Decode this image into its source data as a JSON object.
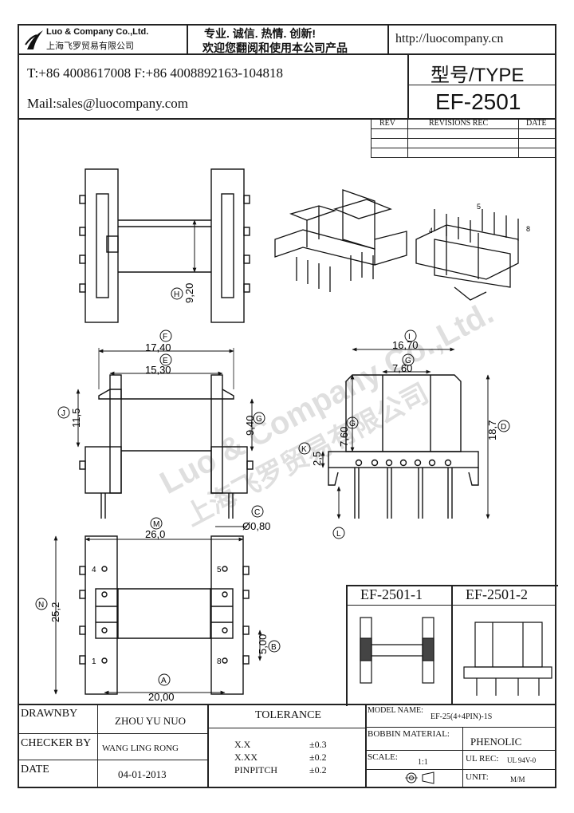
{
  "header": {
    "company_en": "Luo & Company Co.,Ltd.",
    "company_cn": "上海飞罗贸易有限公司",
    "slogan_1": "专业. 诚信.  热情.  创新!",
    "slogan_2": "欢迎您翻阅和使用本公司产品",
    "website": "http://luocompany.cn",
    "phone": "T:+86 4008617008 F:+86 4008892163-104818",
    "email": "Mail:sales@luocompany.com",
    "type_label": "型号/TYPE",
    "model": "EF-2501"
  },
  "revisions": {
    "col_rev": "REV",
    "col_rec": "REVISIONS REC",
    "col_date": "DATE"
  },
  "watermark": {
    "line_1": "Luo & Company Co.,Ltd.",
    "line_2": "上海飞罗贸易有限公司"
  },
  "dimensions": {
    "H": "9,20",
    "F": "17,40",
    "E": "15,30",
    "J": "11,5",
    "G": "9,40",
    "C": "Ø0,80",
    "I": "16,70",
    "G2": "7,60",
    "G3": "7,60",
    "D": "18,7",
    "K": "2,5",
    "M": "26,0",
    "N": "25,2",
    "B": "5,00",
    "A": "20,00"
  },
  "letters": {
    "H": "H",
    "F": "F",
    "E": "E",
    "J": "J",
    "G": "G",
    "C": "C",
    "I": "I",
    "D": "D",
    "K": "K",
    "L": "L",
    "M": "M",
    "N": "N",
    "B": "B",
    "A": "A"
  },
  "pins": {
    "p4": "4",
    "p5": "5",
    "p1": "1",
    "p8": "8",
    "iso_5": "5",
    "iso_4": "4",
    "iso_8": "8"
  },
  "variants": {
    "v1": "EF-2501-1",
    "v2": "EF-2501-2"
  },
  "title_block": {
    "drawnby_label": "DRAWNBY",
    "drawnby_value": "ZHOU YU NUO",
    "checker_label": "CHECKER BY",
    "checker_value": "WANG LING RONG",
    "date_label": "DATE",
    "date_value": "04-01-2013",
    "tolerance_label": "TOLERANCE",
    "tol_1_key": "X.X",
    "tol_1_val": "±0.3",
    "tol_2_key": "X.XX",
    "tol_2_val": "±0.2",
    "tol_3_key": "PINPITCH",
    "tol_3_val": "±0.2",
    "model_name_label": "MODEL NAME:",
    "model_name_value": "EF-25(4+4PIN)-1S",
    "bobbin_label": "BOBBIN MATERIAL:",
    "bobbin_value": "PHENOLIC",
    "scale_label": "SCALE:",
    "scale_value": "1:1",
    "ul_label": "UL REC:",
    "ul_value": "UL 94V-0",
    "unit_label": "UNIT:",
    "unit_value": "M/M"
  }
}
